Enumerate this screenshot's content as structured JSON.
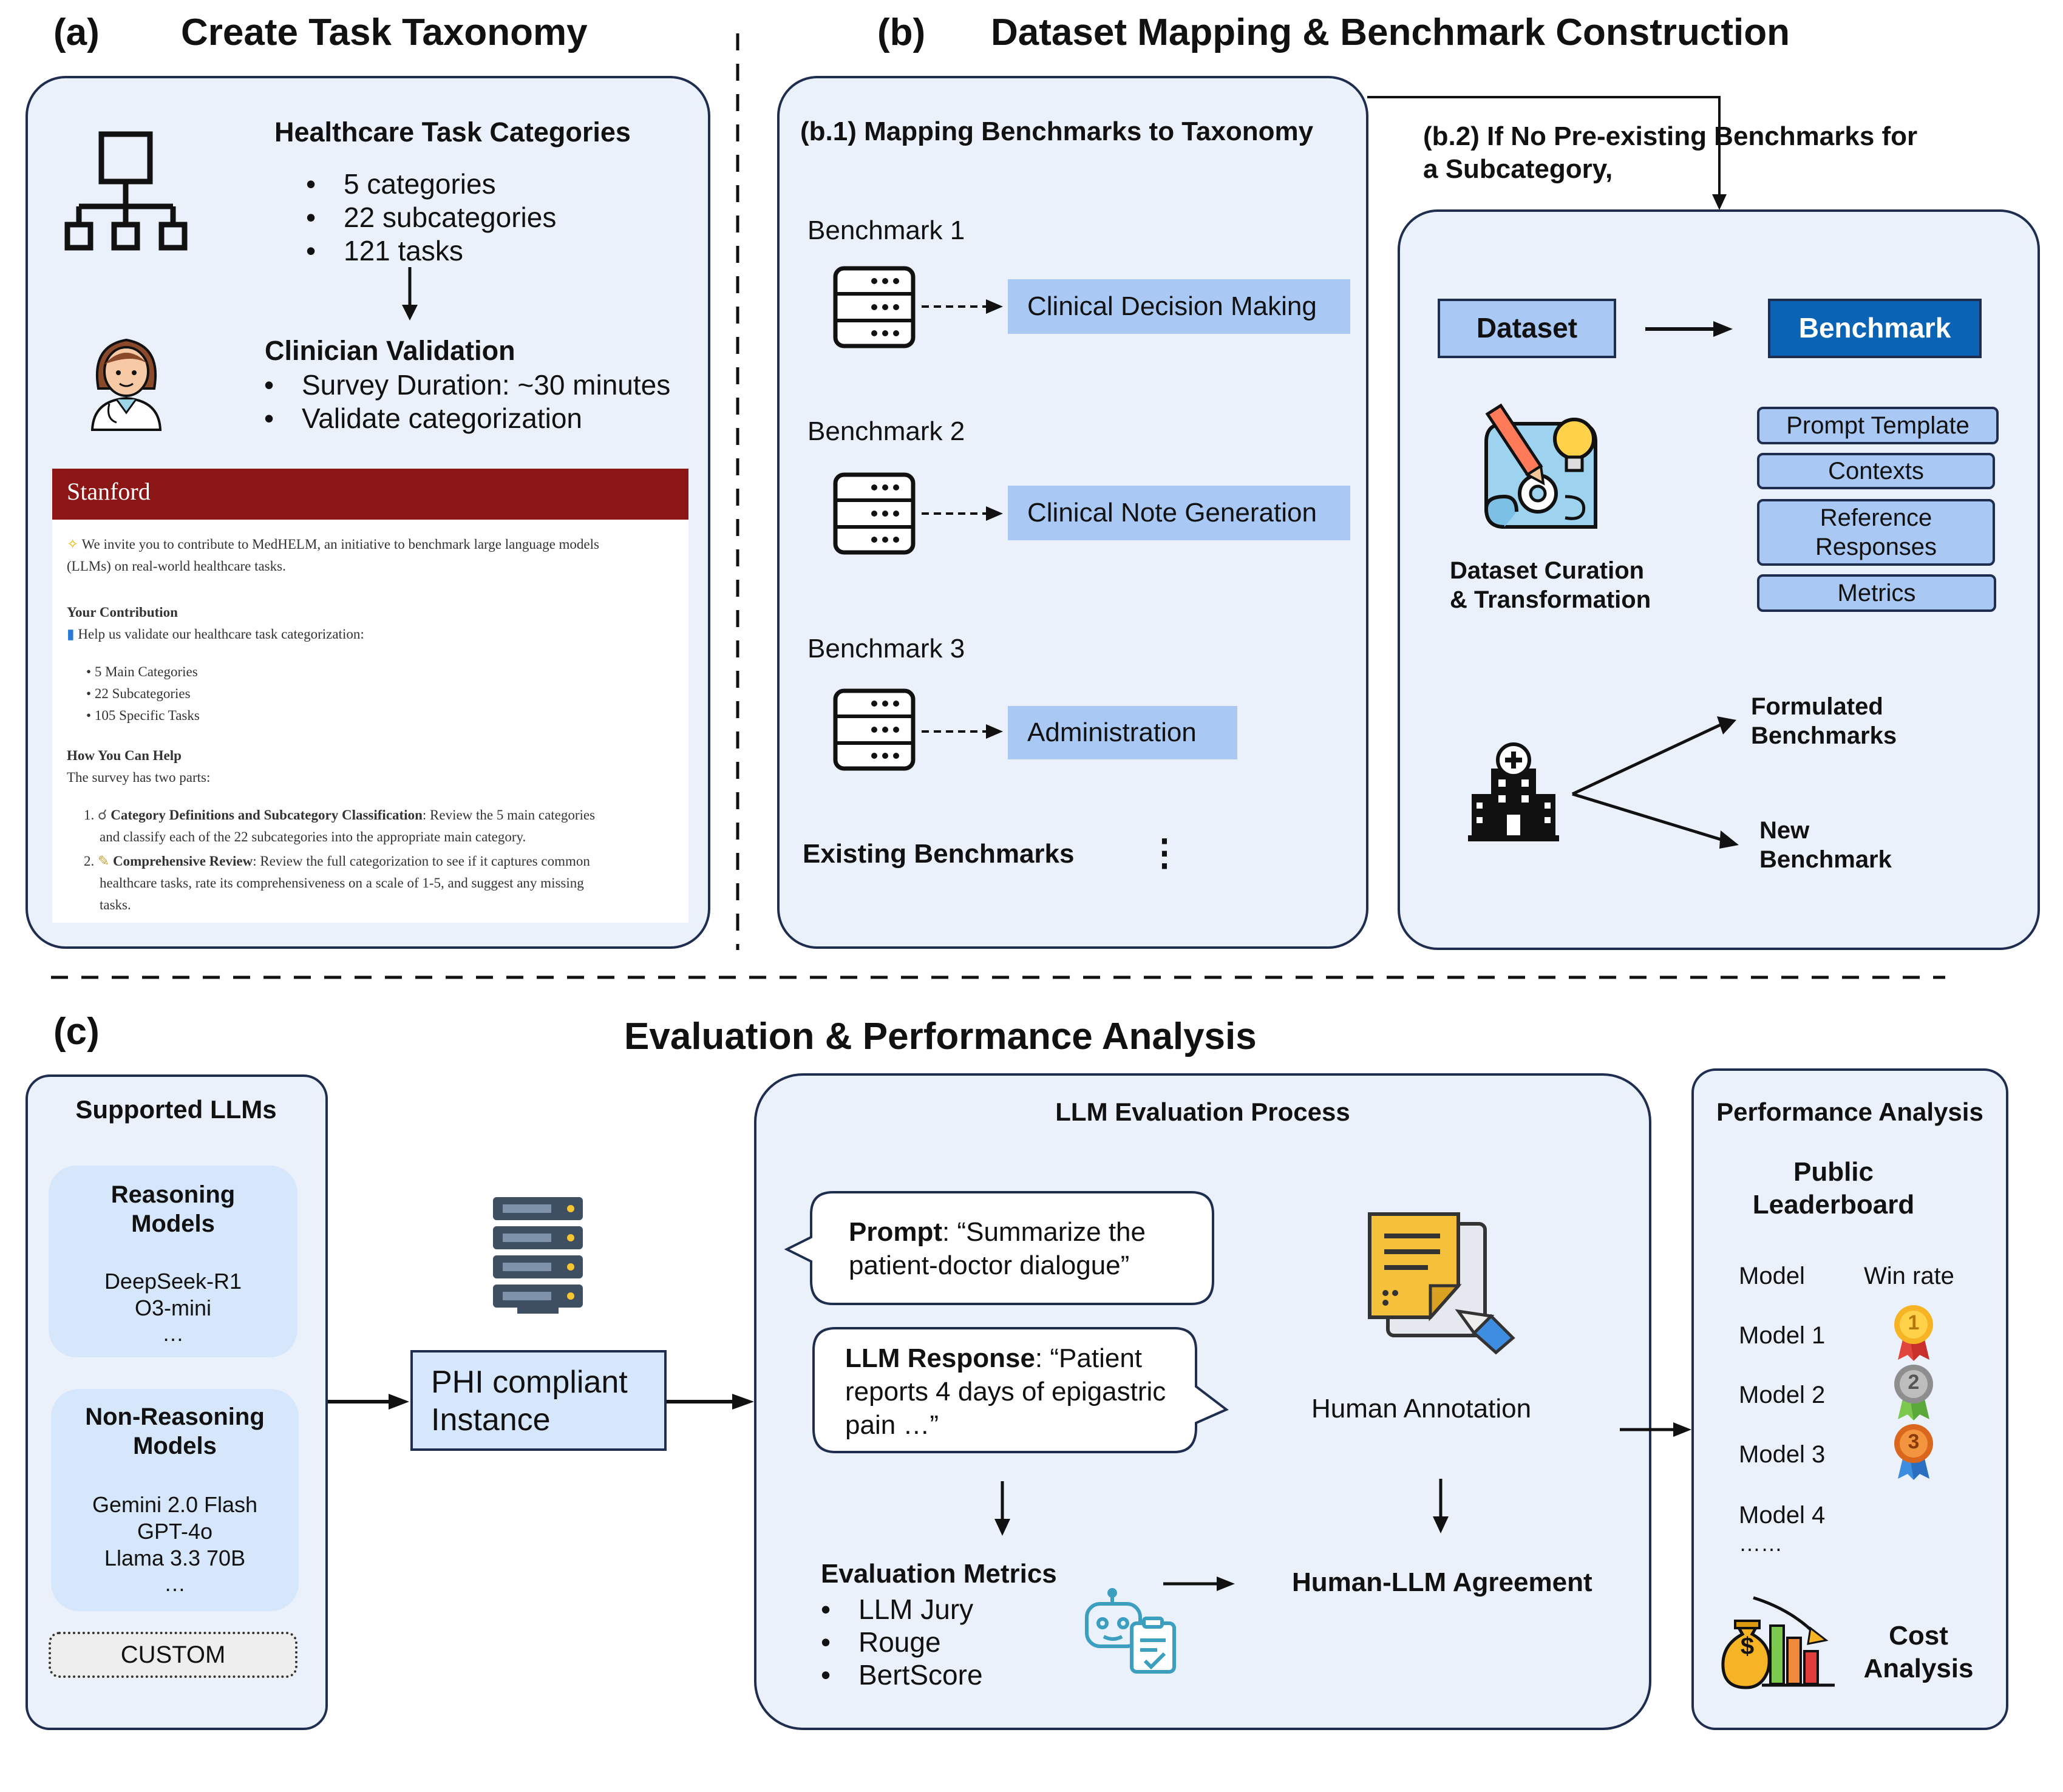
{
  "section_a": {
    "label": "(a)",
    "title": "Create Task Taxonomy",
    "categories_heading": "Healthcare Task Categories",
    "categories": [
      "5 categories",
      "22 subcategories",
      "121 tasks"
    ],
    "validation_heading": "Clinician Validation",
    "validation_items": [
      "Survey Duration: ~30 minutes",
      "Validate categorization"
    ],
    "survey": {
      "org": "Stanford",
      "intro": "We invite you to contribute to MedHELM, an initiative to benchmark large language models",
      "intro_cont": "(LLMs) on real-world healthcare tasks.",
      "contribution_heading": "Your Contribution",
      "contribution_text": "Help us validate our healthcare task categorization:",
      "list": [
        "5 Main Categories",
        "22 Subcategories",
        "105 Specific Tasks"
      ],
      "help_heading": "How You Can Help",
      "help_text": "The survey has two parts:",
      "step1_num": "1.",
      "step1_title": "Category Definitions and Subcategory Classification",
      "step1_text": ": Review the 5 main categories",
      "step1_cont": "and classify each of the 22 subcategories into the appropriate main category.",
      "step2_num": "2.",
      "step2_title": "Comprehensive Review",
      "step2_text": ": Review the full categorization to see if it captures common",
      "step2_cont": "healthcare tasks, rate its comprehensiveness on a scale of 1-5, and suggest any missing",
      "step2_cont2": "tasks."
    }
  },
  "section_b": {
    "label": "(b)",
    "title": "Dataset Mapping & Benchmark Construction",
    "b1_title": "(b.1) Mapping Benchmarks to Taxonomy",
    "benchmarks": [
      {
        "name": "Benchmark 1",
        "target": "Clinical Decision Making"
      },
      {
        "name": "Benchmark 2",
        "target": "Clinical Note Generation"
      },
      {
        "name": "Benchmark 3",
        "target": "Administration"
      }
    ],
    "existing_label": "Existing Benchmarks",
    "more_dots": "⋮",
    "b2_title_1": "(b.2) If No Pre-existing Benchmarks for",
    "b2_title_2": "a Subcategory,",
    "dataset_label": "Dataset",
    "benchmark_label": "Benchmark",
    "components": [
      "Prompt Template",
      "Contexts",
      "Reference Responses",
      "Metrics"
    ],
    "curation_1": "Dataset Curation",
    "curation_2": "& Transformation",
    "formulated_1": "Formulated",
    "formulated_2": "Benchmarks",
    "new_1": "New",
    "new_2": "Benchmark"
  },
  "section_c": {
    "label": "(c)",
    "title": "Evaluation & Performance Analysis",
    "llms_title": "Supported LLMs",
    "reasoning_title_1": "Reasoning",
    "reasoning_title_2": "Models",
    "reasoning_models": [
      "DeepSeek-R1",
      "O3-mini",
      "…"
    ],
    "nonreasoning_title_1": "Non-Reasoning",
    "nonreasoning_title_2": "Models",
    "nonreasoning_models": [
      "Gemini 2.0 Flash",
      "GPT-4o",
      "Llama 3.3 70B",
      "…"
    ],
    "custom_label": "CUSTOM",
    "phi_1": "PHI compliant",
    "phi_2": "Instance",
    "eval_title": "LLM Evaluation Process",
    "prompt_label": "Prompt",
    "prompt_text_1": ": “Summarize the",
    "prompt_text_2": "patient-doctor dialogue”",
    "response_label": "LLM Response",
    "response_text_1": ": “Patient",
    "response_text_2": "reports 4 days of epigastric",
    "response_text_3": "pain …”",
    "human_annotation": "Human Annotation",
    "metrics_title": "Evaluation Metrics",
    "metrics": [
      "LLM Jury",
      "Rouge",
      "BertScore"
    ],
    "agreement": "Human-LLM Agreement",
    "perf_title": "Performance Analysis",
    "leaderboard_1": "Public",
    "leaderboard_2": "Leaderboard",
    "col_model": "Model",
    "col_winrate": "Win rate",
    "models": [
      "Model 1",
      "Model 2",
      "Model 3",
      "Model 4",
      "……"
    ],
    "medals": [
      "1",
      "2",
      "3"
    ],
    "cost_1": "Cost",
    "cost_2": "Analysis"
  },
  "colors": {
    "panel_fill": "#ebf1fb",
    "panel_border": "#1f2d4f",
    "light_blue": "#a9c8f4",
    "dark_blue": "#0b63b5",
    "stanford_red": "#8c1515"
  }
}
